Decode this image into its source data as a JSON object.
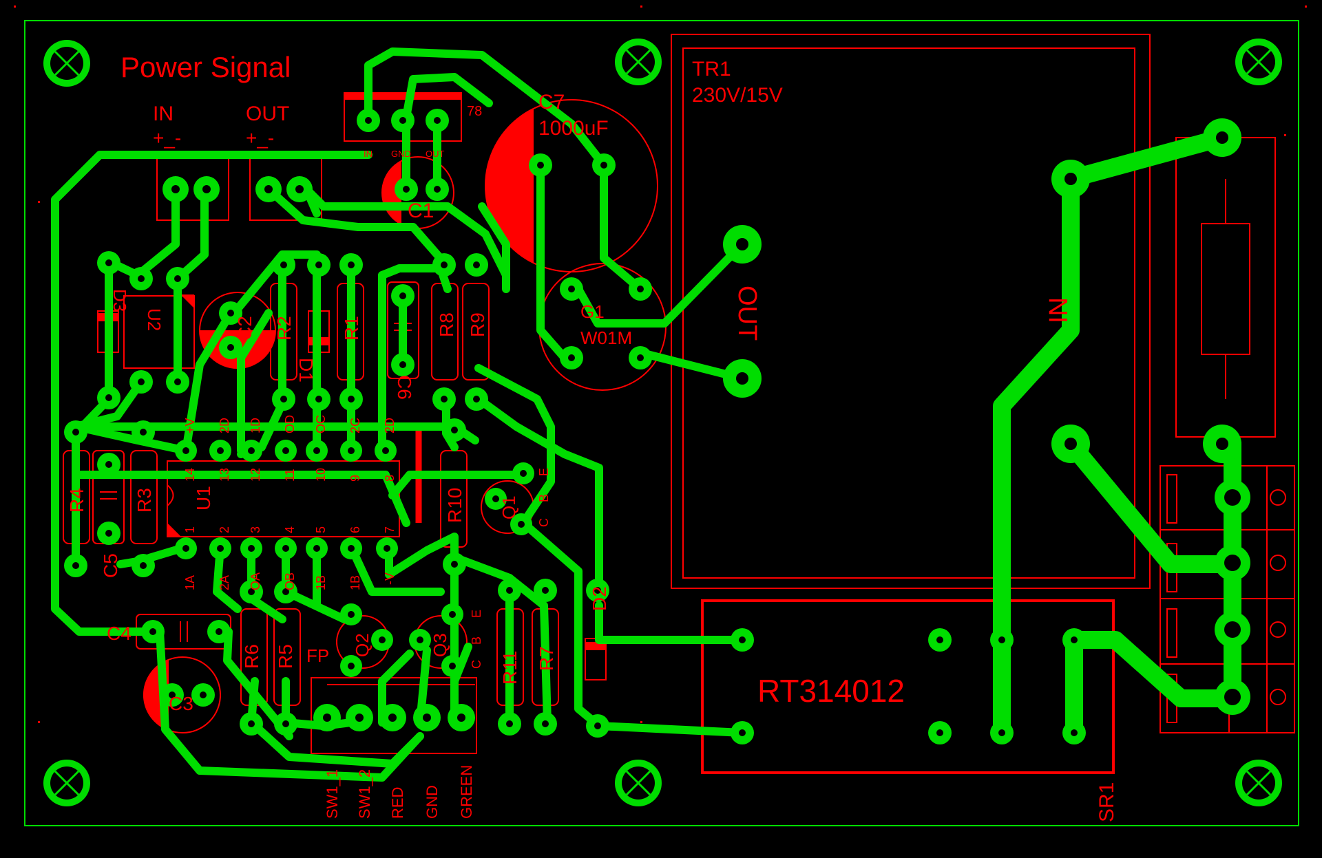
{
  "board": {
    "title": "Power Signal",
    "colors": {
      "background": "#000000",
      "copper": "#00dd00",
      "silkscreen": "#ff0000"
    }
  },
  "connectors": {
    "in": {
      "label": "IN",
      "polarity": "+_-"
    },
    "out": {
      "label": "OUT",
      "polarity": "+_-"
    },
    "regulator": {
      "label": "78",
      "pins": [
        "IN",
        "GND",
        "OUT"
      ]
    },
    "fp": {
      "label": "FP",
      "pins": [
        "SW1_1",
        "SW1_2",
        "RED",
        "GND",
        "GREEN"
      ]
    }
  },
  "components": {
    "resistors": [
      "R1",
      "R2",
      "R3",
      "R4",
      "R5",
      "R6",
      "R7",
      "R8",
      "R9",
      "R10",
      "R11"
    ],
    "capacitors": [
      "C1",
      "C2",
      "C3",
      "C4",
      "C5",
      "C6"
    ],
    "c7": {
      "ref": "C7",
      "value": "1000uF"
    },
    "diodes": [
      "D1",
      "D2",
      "D3"
    ],
    "transistors": [
      "Q1",
      "Q2",
      "Q3"
    ],
    "u1": "U1",
    "u2": "U2",
    "bridge": {
      "ref": "G1",
      "value": "W01M"
    },
    "transformer": {
      "ref": "TR1",
      "value": "230V/15V"
    },
    "relay": {
      "ref": "SR1",
      "value": "RT314012"
    },
    "mains_out_label": "OUT",
    "mains_in_label": "IN"
  },
  "u1_pins": {
    "top_numbers": [
      "14",
      "13",
      "12",
      "11",
      "10",
      "9",
      "8"
    ],
    "top_labels": [
      "+V",
      "2D",
      "1D",
      "OD",
      "OC",
      "2C",
      "2D"
    ],
    "bottom_numbers": [
      "1",
      "2",
      "3",
      "4",
      "5",
      "6",
      "7"
    ],
    "bottom_labels": [
      "1A",
      "2A",
      "OA",
      "OB",
      "1B",
      "1B",
      "-V"
    ]
  },
  "transistor_pins": [
    "E",
    "B",
    "C"
  ]
}
